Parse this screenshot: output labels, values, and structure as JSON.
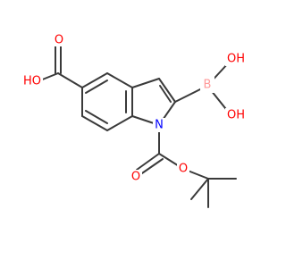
{
  "molecule": {
    "atoms": {
      "o_acid_carbonyl": "O",
      "o_acid_hydroxyl": "HO",
      "boron": "B",
      "o_boron_top": "OH",
      "o_boron_bottom": "OH",
      "n_indole": "N",
      "o_carbamate_carbonyl": "O",
      "o_carbamate_ester": "O"
    },
    "colors": {
      "bond": "#3a3a3a",
      "oxygen": "#ff0000",
      "nitrogen": "#0000ff",
      "boron": "#ff9999"
    }
  }
}
